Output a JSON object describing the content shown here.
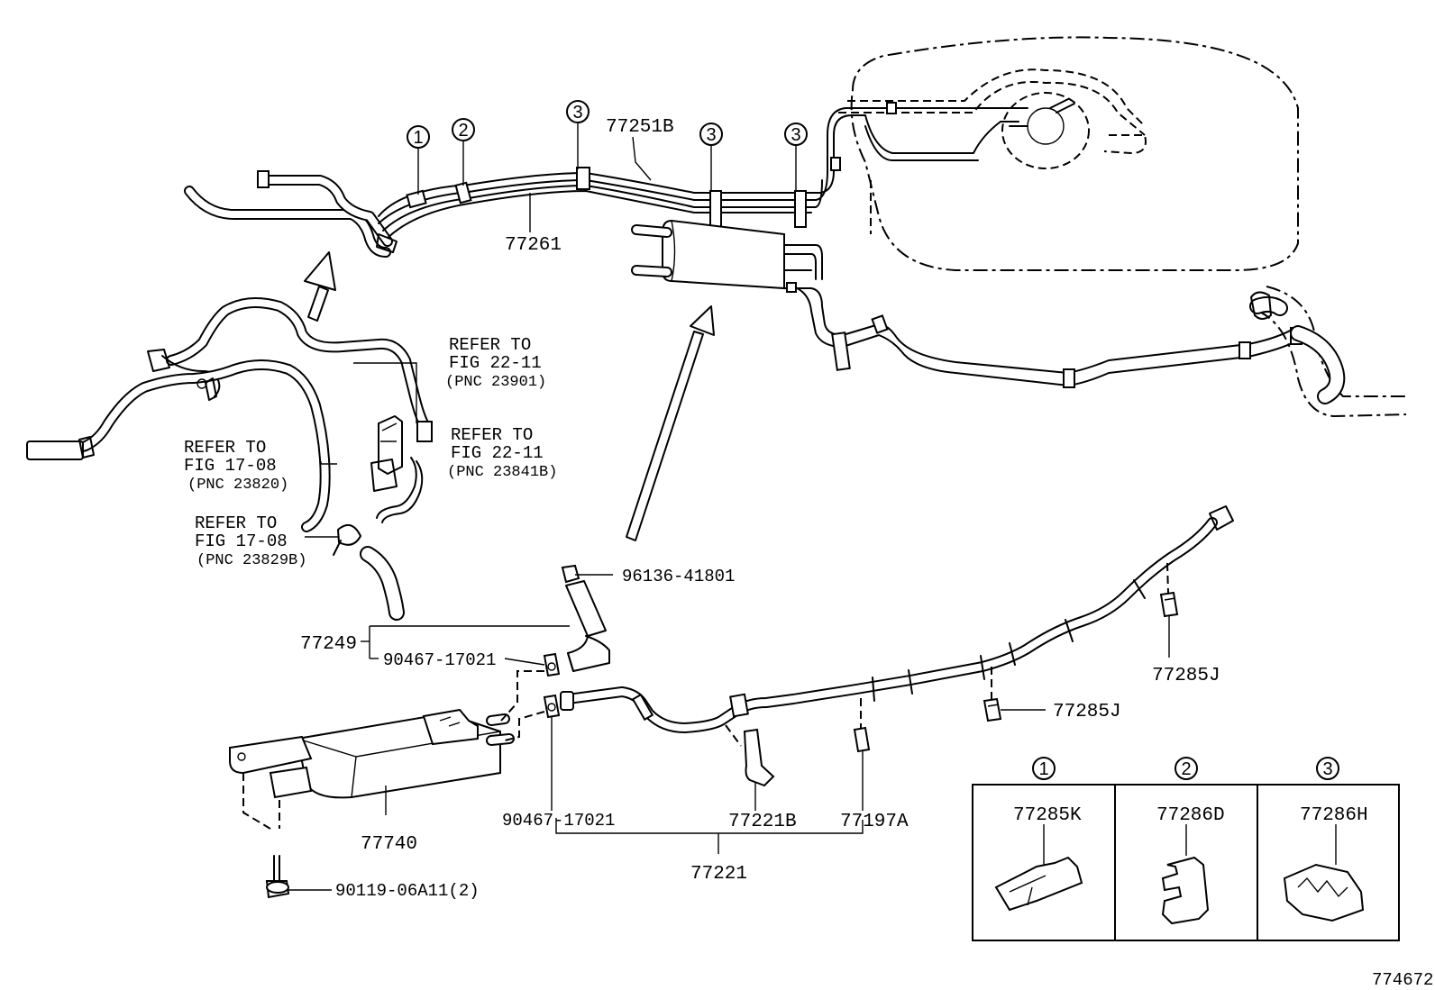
{
  "callouts": {
    "c1": "1",
    "c2": "2",
    "c3a": "3",
    "c3b": "3",
    "c3c": "3"
  },
  "parts": {
    "p77251B": "77251B",
    "p77261": "77261",
    "p96136": "96136-41801",
    "p77249": "77249",
    "p90467a": "90467-17021",
    "p90467b": "90467-17021",
    "p77740": "77740",
    "p90119": "90119-06A11(2)",
    "p77221B": "77221B",
    "p77197A": "77197A",
    "p77221": "77221",
    "p77285Ja": "77285J",
    "p77285Jb": "77285J"
  },
  "references": [
    {
      "line1": "REFER TO",
      "line2": "FIG 22-11",
      "line3": "(PNC 23901)"
    },
    {
      "line1": "REFER TO",
      "line2": "FIG 22-11",
      "line3": "(PNC 23841B)"
    },
    {
      "line1": "REFER TO",
      "line2": "FIG 17-08",
      "line3": "(PNC 23820)"
    },
    {
      "line1": "REFER TO",
      "line2": "FIG 17-08",
      "line3": "(PNC 23829B)"
    }
  ],
  "legend": {
    "headers": [
      "1",
      "2",
      "3"
    ],
    "parts": [
      "77285K",
      "77286D",
      "77286H"
    ]
  },
  "figure_id": "774672"
}
